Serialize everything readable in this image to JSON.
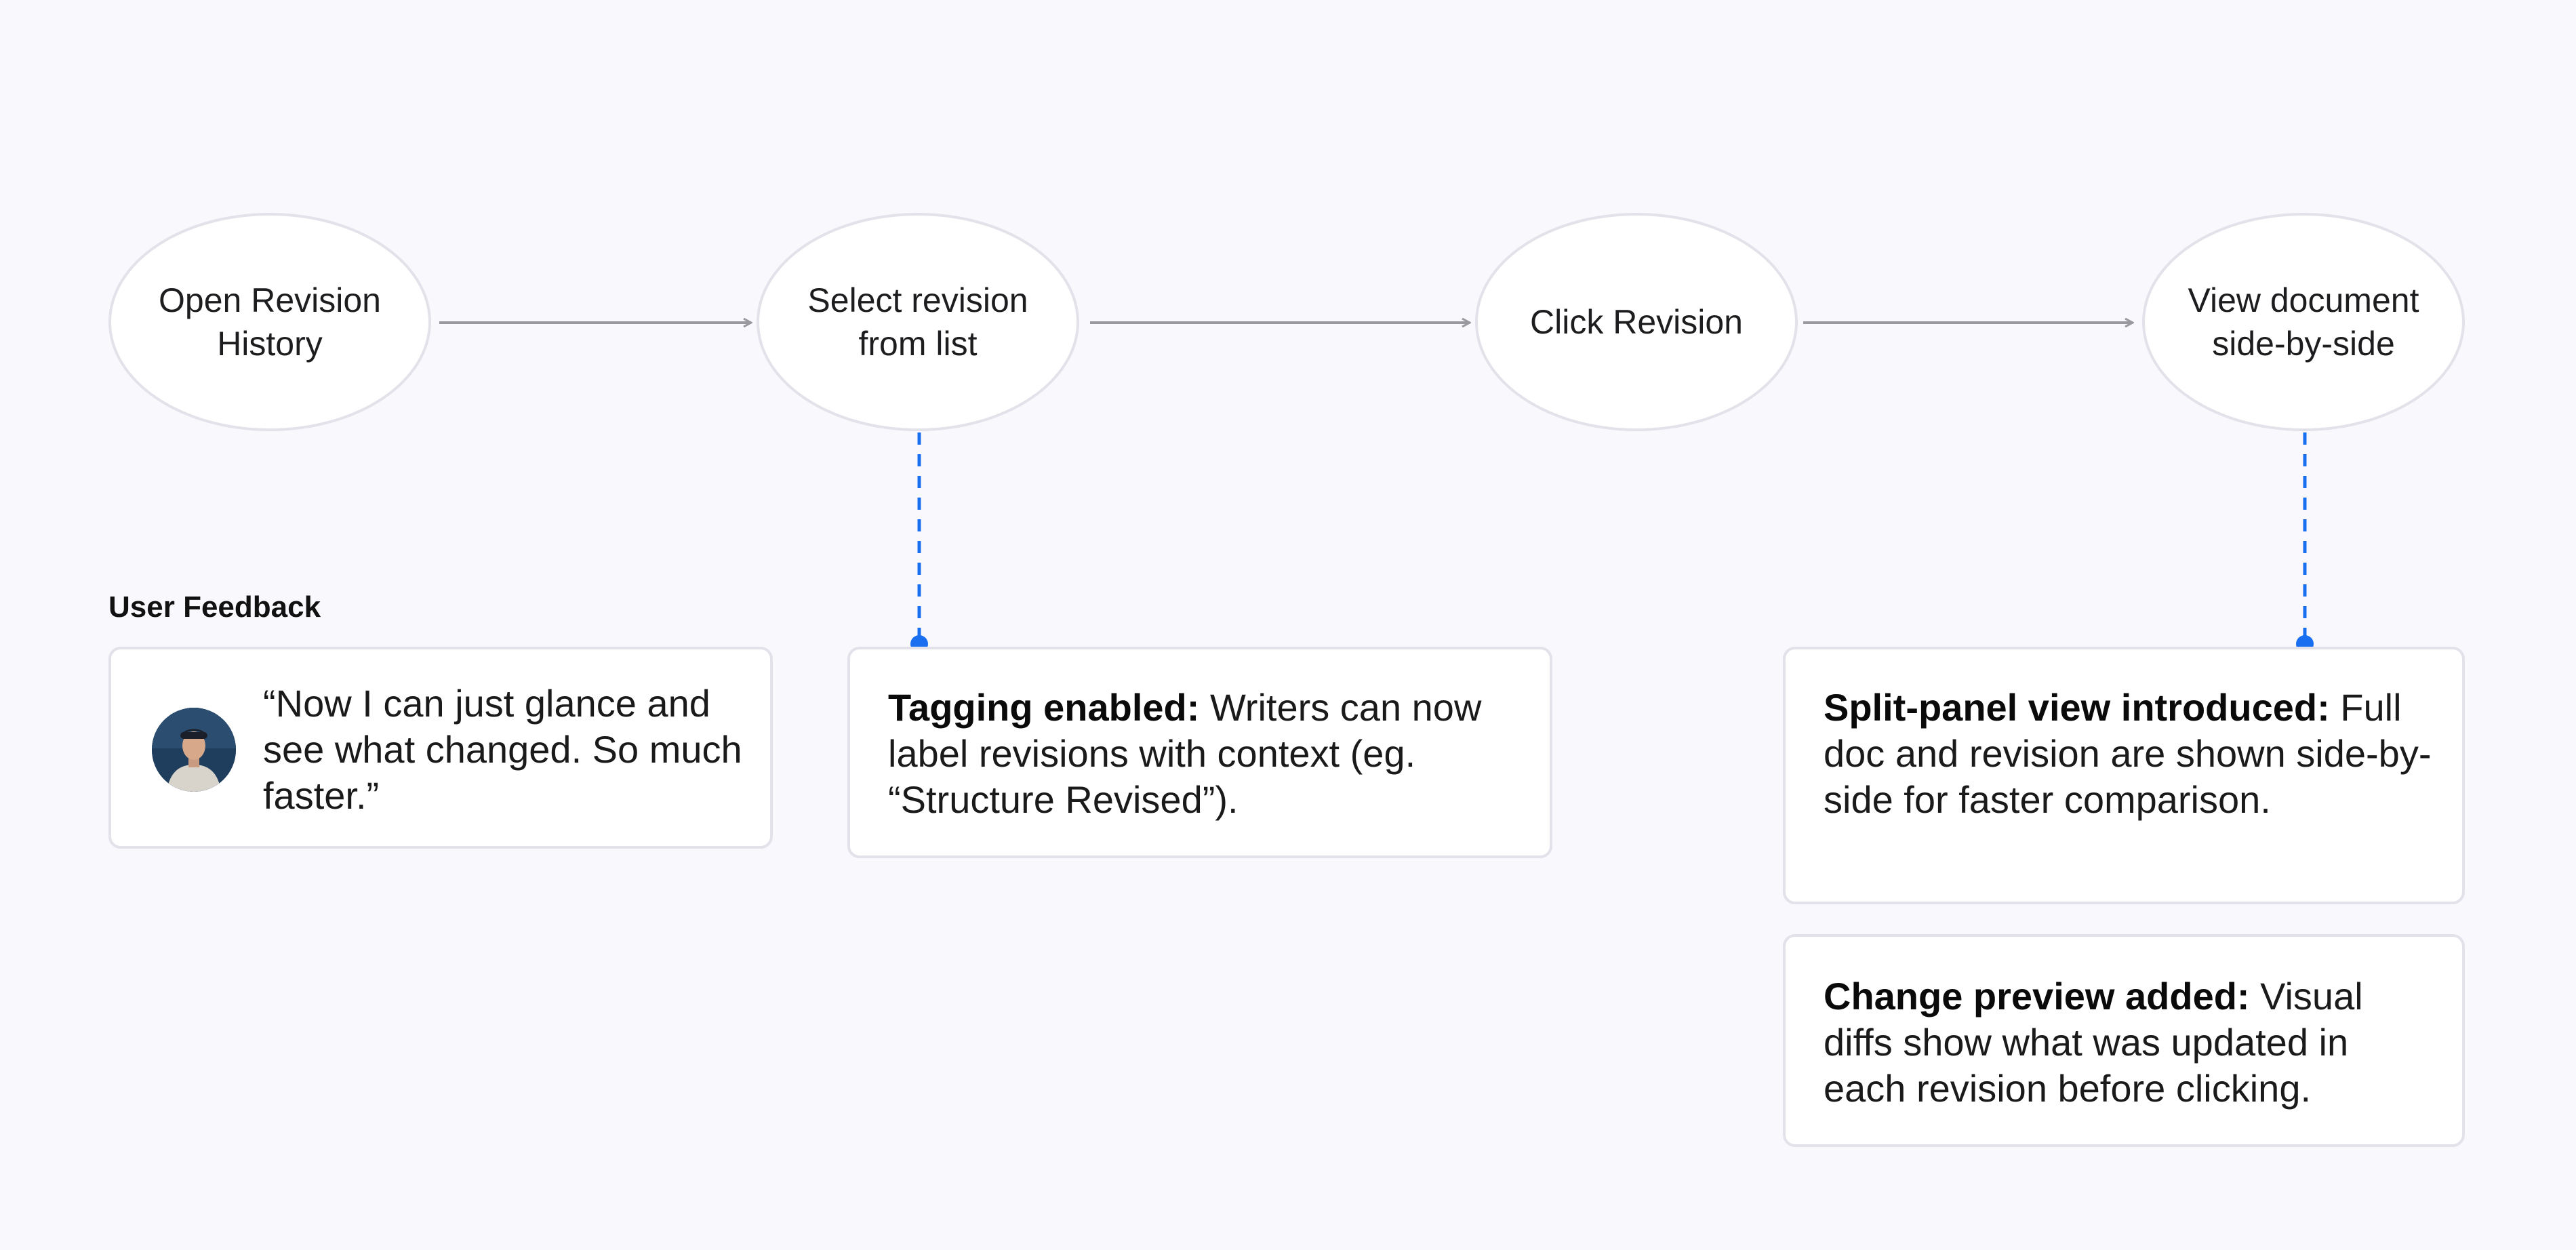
{
  "flow": {
    "steps": [
      {
        "label": "Open Revision History"
      },
      {
        "label": "Select revision from list"
      },
      {
        "label": "Click Revision"
      },
      {
        "label": "View document side-by-side"
      }
    ]
  },
  "feedback": {
    "section_label": "User Feedback",
    "quote": "“Now I can just glance and see what changed. So much faster.”"
  },
  "annotations": [
    {
      "title": "Tagging enabled:",
      "body": " Writers can now label revisions with context (eg. “Structure Revised”)."
    },
    {
      "title": "Split-panel view introduced:",
      "body": " Full doc and revision are shown side-by-side for faster comparison."
    },
    {
      "title": "Change preview added:",
      "body": " Visual diffs show what was updated in each revision before clicking."
    }
  ],
  "colors": {
    "background": "#f9f8fc",
    "node_border": "#e3e1e9",
    "arrow": "#9a99a0",
    "dashed_connector": "#1a6ff0"
  }
}
